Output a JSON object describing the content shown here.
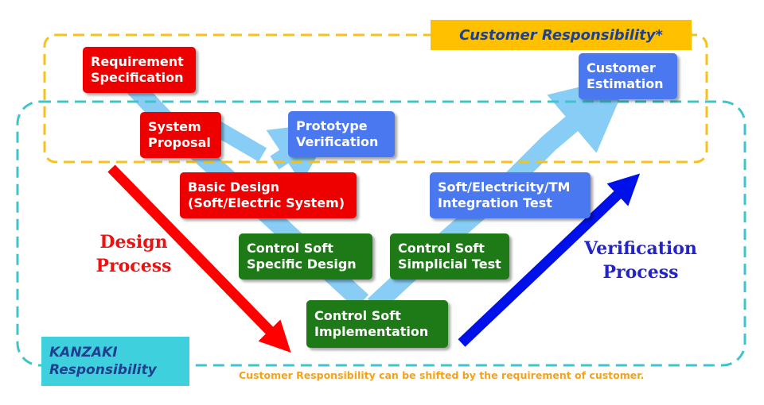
{
  "regions": {
    "customer": {
      "label": "Customer Responsibility*",
      "border_color": "#f4c21a",
      "label_bg": "#ffc000",
      "label_text_color": "#1f3f8f"
    },
    "kanzaki": {
      "label_line1": "KANZAKI",
      "label_line2": "Responsibility",
      "border_color": "#3fc4cc",
      "label_bg": "#3fd0dd",
      "label_text_color": "#1f3f8f"
    }
  },
  "design_steps": [
    {
      "line1": "Requirement",
      "line2": "Specification",
      "color": "#ee0000"
    },
    {
      "line1": "System",
      "line2": "Proposal",
      "color": "#ee0000"
    },
    {
      "line1": "Basic Design",
      "line2": "(Soft/Electric System)",
      "color": "#ee0000"
    },
    {
      "line1": "Control Soft",
      "line2": "Specific Design",
      "color": "#1e7a16"
    }
  ],
  "implementation_step": {
    "line1": "Control Soft",
    "line2": "Implementation",
    "color": "#1e7a16"
  },
  "verification_steps": [
    {
      "line1": "Control Soft",
      "line2": "Simplicial Test",
      "color": "#1e7a16"
    },
    {
      "line1": "Soft/Electricity/TM",
      "line2": "Integration Test",
      "color": "#4a78f0"
    },
    {
      "line1": "Prototype",
      "line2": "Verification",
      "color": "#4a78f0"
    },
    {
      "line1": "Customer",
      "line2": "Estimation",
      "color": "#4a78f0"
    }
  ],
  "process_labels": {
    "design_line1": "Design",
    "design_line2": "Process",
    "design_color": "#ee1111",
    "verification_line1": "Verification",
    "verification_line2": "Process",
    "verification_color": "#2323c8"
  },
  "flow_arrow_color": "#7cc8f4",
  "footnote": "Customer Responsibility can be shifted by the requirement of customer.",
  "footnote_color": "#f4a21a"
}
